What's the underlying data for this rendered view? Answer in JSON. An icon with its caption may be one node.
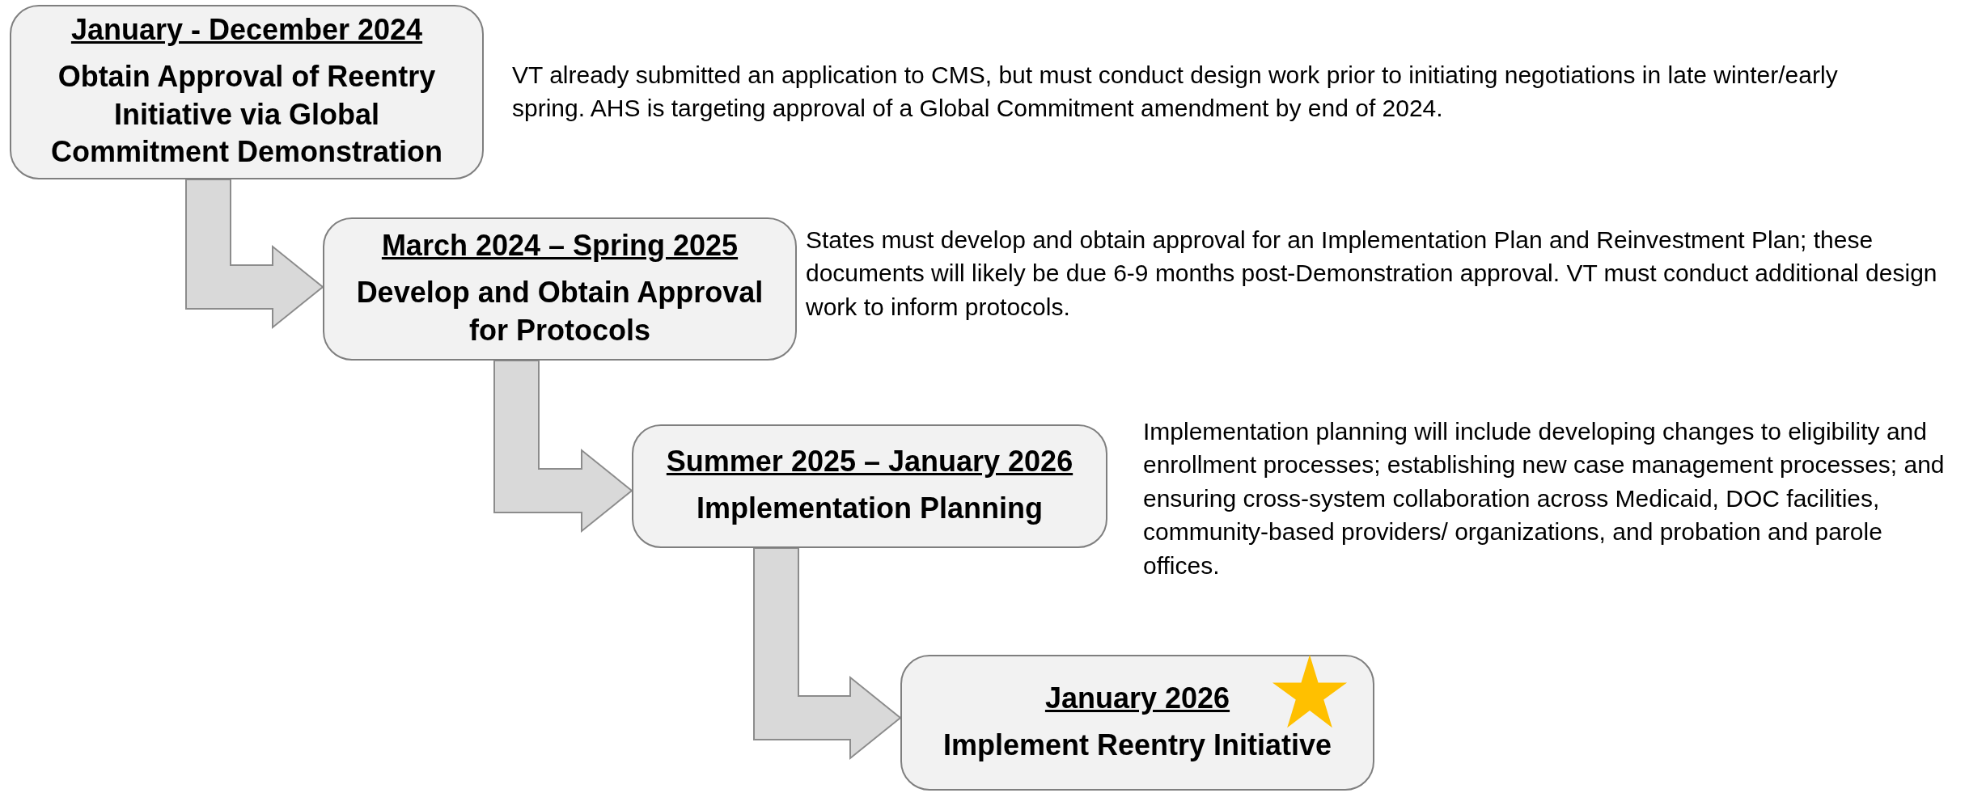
{
  "diagram": {
    "nodes": [
      {
        "text": [
          "January - December 2024",
          "Obtain Approval of Reentry Initiative via Global Commitment Demonstration"
        ],
        "beside": [
          "VT already submitted an application to CMS, but must conduct design work prior to initiating negotiations in late winter/early spring. AHS is targeting approval of a Global Commitment amendment by end of 2024."
        ]
      },
      {
        "text": [
          "March 2024 – Spring 2025",
          "Develop and Obtain Approval for Protocols"
        ],
        "beside": [
          "States must develop and obtain approval for an Implementation Plan and Reinvestment Plan; these documents will likely be due 6-9 months post-Demonstration approval. VT must conduct additional design work to inform protocols."
        ]
      },
      {
        "text": [
          "Summer 2025 – January 2026",
          "Implementation Planning"
        ],
        "beside": [
          "Implementation planning will include developing changes to eligibility and enrollment processes; establishing new case management processes; and ensuring cross-system collaboration across Medicaid, DOC facilities, community-based providers/ organizations, and probation and parole offices."
        ]
      },
      {
        "text": [
          "January 2026",
          "Implement Reentry Initiative"
        ]
      }
    ],
    "edges": [
      {
        "from": 0,
        "to": 1,
        "arrow": "to"
      },
      {
        "from": 1,
        "to": 2,
        "arrow": "to"
      },
      {
        "from": 2,
        "to": 3,
        "arrow": "to"
      }
    ]
  }
}
